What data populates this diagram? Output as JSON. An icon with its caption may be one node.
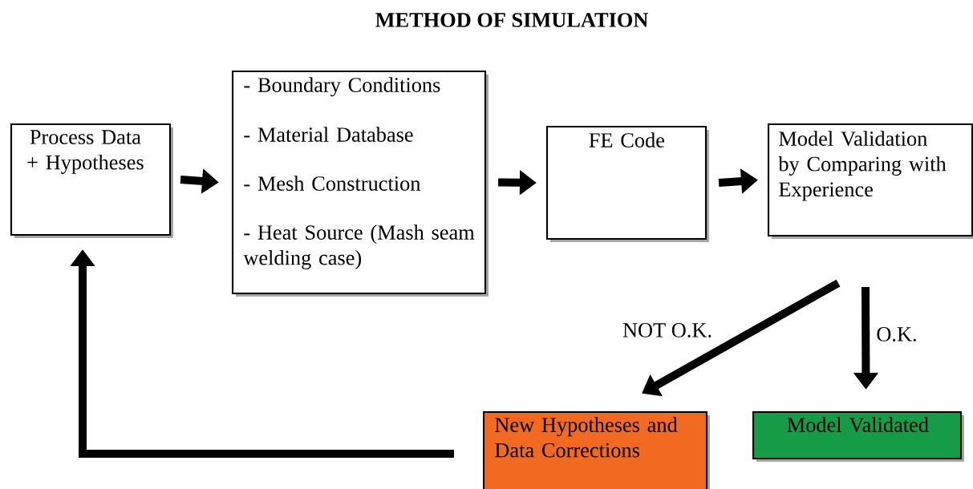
{
  "diagram": {
    "title": "METHOD OF SIMULATION",
    "nodes": [
      {
        "text": [
          "Process Data + Hypotheses"
        ]
      },
      {
        "text": [
          "- Boundary Conditions",
          "- Material Database",
          "- Mesh Construction",
          "- Heat Source (Mash seam welding case)"
        ]
      },
      {
        "text": [
          "FE Code"
        ]
      },
      {
        "text": [
          "Model Validation by Comparing with Experience"
        ]
      },
      {
        "text": [
          "New Hypotheses and Data Corrections"
        ]
      },
      {
        "text": [
          "Model Validated"
        ]
      }
    ],
    "edges": [
      {
        "from": 0,
        "to": 1,
        "arrow": "to"
      },
      {
        "from": 1,
        "to": 2,
        "arrow": "to"
      },
      {
        "from": 2,
        "to": 3,
        "arrow": "to"
      },
      {
        "from": 3,
        "to": 4,
        "arrow": "to",
        "label": "NOT O.K."
      },
      {
        "from": 3,
        "to": 5,
        "arrow": "to",
        "label": "O.K."
      },
      {
        "from": 4,
        "to": 0,
        "arrow": "to"
      }
    ]
  }
}
